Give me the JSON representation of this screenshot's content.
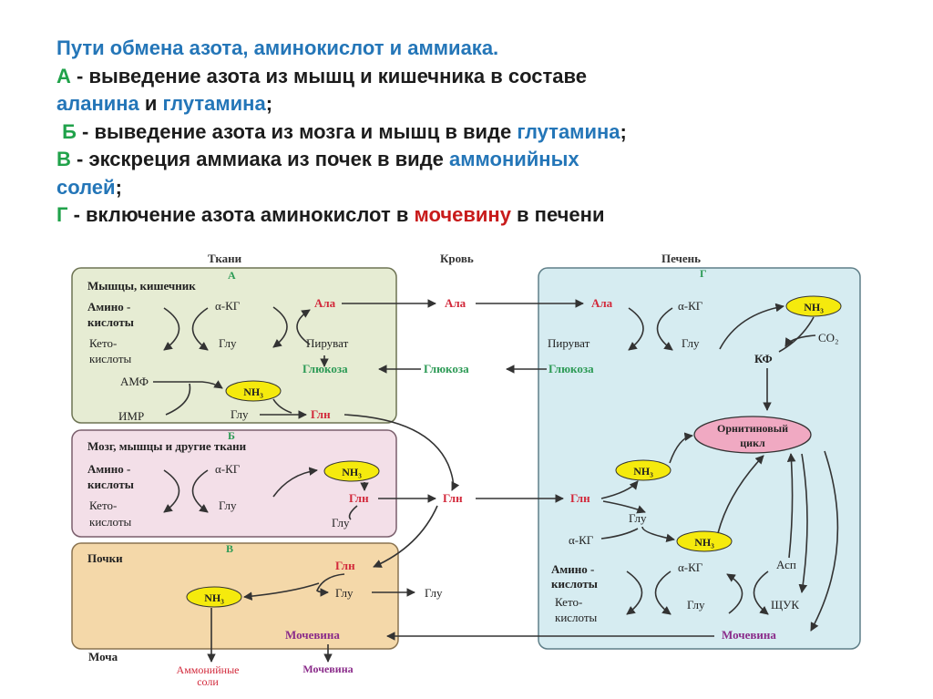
{
  "title": {
    "line1": "Пути обмена азота,  аминокислот и аммиака.",
    "a_letter": "А",
    "a_text1": " - выведение азота из мышц и кишечника в составе",
    "a_alanine": "аланина",
    "a_and": " и ",
    "a_glutamine": "глутамина",
    "a_semicolon": ";",
    "b_letter": "Б",
    "b_text": " - выведение азота из мозга и мышц в виде ",
    "b_glutamine": "глутамина",
    "b_semicolon": ";",
    "v_letter": "В",
    "v_text": " - экскреция аммиака из почек в виде ",
    "v_ammonium1": "аммонийных",
    "v_ammonium2": "солей",
    "v_semicolon": ";",
    "g_letter": "Г",
    "g_text": " - включение азота аминокислот в ",
    "g_urea": "мочевину",
    "g_tail": " в печени"
  },
  "columns": {
    "tissues": "Ткани",
    "blood": "Кровь",
    "liver": "Печень"
  },
  "panelA": {
    "letter": "А",
    "title": "Мышцы, кишечник",
    "amino1": "Амино -",
    "amino2": "кислоты",
    "akg": "α-КГ",
    "ala": "Ала",
    "keto1": "Кето-",
    "keto2": "кислоты",
    "glu": "Глу",
    "pyruvate": "Пируват",
    "glucose": "Глюкоза",
    "amp": "АМФ",
    "nh3": "NH₃",
    "imp": "ИМР",
    "glu2": "Глу",
    "gln": "Глн"
  },
  "panelB": {
    "letter": "Б",
    "title": "Мозг, мышцы и другие ткани",
    "amino1": "Амино -",
    "amino2": "кислоты",
    "akg": "α-КГ",
    "nh3": "NH₃",
    "keto1": "Кето-",
    "keto2": "кислоты",
    "glu": "Глу",
    "gln": "Глн",
    "glu2": "Глу"
  },
  "panelV": {
    "letter": "В",
    "title": "Почки",
    "gln": "Глн",
    "nh3": "NH₃",
    "glu": "Глу",
    "urea": "Мочевина"
  },
  "urine": {
    "label": "Моча",
    "ammonium1": "Аммонийные",
    "ammonium2": "соли",
    "urea": "Мочевина"
  },
  "blood": {
    "ala": "Ала",
    "glucose": "Глюкоза",
    "gln": "Глн",
    "glu": "Глу"
  },
  "liver": {
    "letter": "Г",
    "ala": "Ала",
    "akg": "α-КГ",
    "nh3_1": "NH₃",
    "co2": "CO₂",
    "pyruvate": "Пируват",
    "glu": "Глу",
    "kf": "КФ",
    "glucose": "Глюкоза",
    "cycle1": "Орнитиновый",
    "cycle2": "цикл",
    "nh3_2": "NH₃",
    "gln": "Глн",
    "glu2": "Глу",
    "akg2": "α-КГ",
    "nh3_3": "NH₃",
    "amino1": "Амино -",
    "amino2": "кислоты",
    "akg3": "α-КГ",
    "asp": "Асп",
    "keto1": "Кето-",
    "keto2": "кислоты",
    "glu3": "Глу",
    "oaa": "ЩУК",
    "urea": "Мочевина"
  },
  "colors": {
    "title_blue": "#2476b8",
    "title_green": "#20a24a",
    "title_red": "#c81b1b",
    "panelA_fill": "#e6ecd3",
    "panelB_fill": "#f3dfe8",
    "panelV_fill": "#f4d8a9",
    "liver_fill": "#d6ecf1",
    "nh3_fill": "#f5ea0d",
    "cycle_fill": "#f0a9c2",
    "label_red": "#d2283a",
    "label_green": "#2c9a55",
    "label_purple": "#8a2b8a"
  }
}
